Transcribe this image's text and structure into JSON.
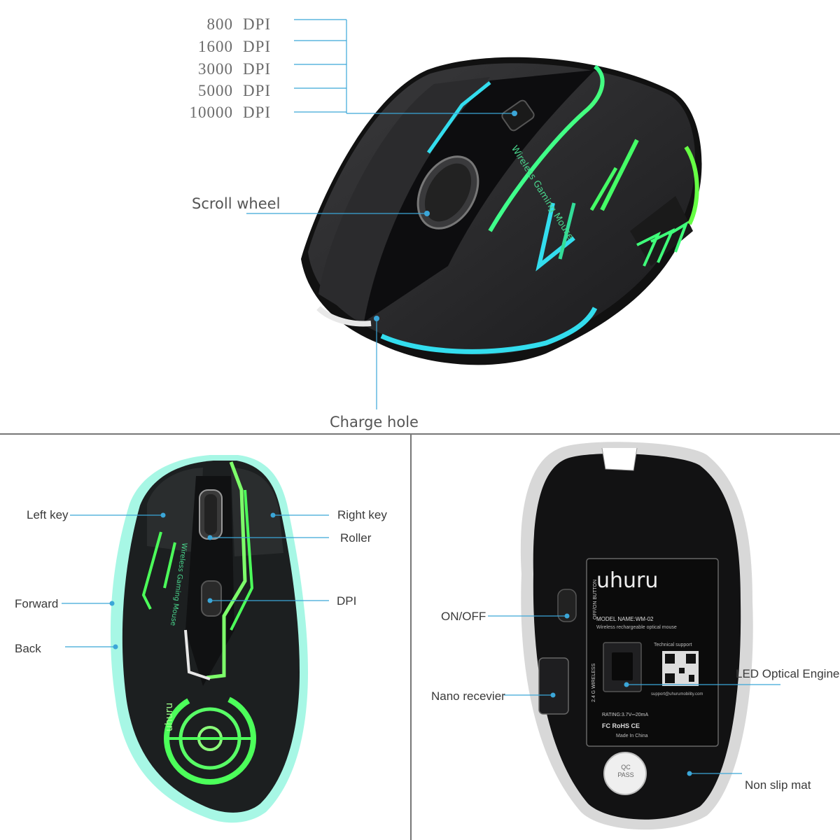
{
  "dpi_levels": [
    {
      "value": "800",
      "unit": "DPI"
    },
    {
      "value": "1600",
      "unit": "DPI"
    },
    {
      "value": "3000",
      "unit": "DPI"
    },
    {
      "value": "5000",
      "unit": "DPI"
    },
    {
      "value": "10000",
      "unit": "DPI"
    }
  ],
  "top_panel": {
    "scroll_wheel_label": "Scroll wheel",
    "charge_hole_label": "Charge hole",
    "mouse_print": "Wireless Gaming Mouse"
  },
  "front_panel": {
    "left_key": "Left key",
    "right_key": "Right key",
    "roller": "Roller",
    "forward": "Forward",
    "dpi": "DPI",
    "back": "Back",
    "mouse_print": "Wireless Gaming Mouse",
    "logo": "uhuru"
  },
  "bottom_panel": {
    "on_off": "ON/OFF",
    "nano_receiver": "Nano recevier",
    "led_engine": "LED Optical Engine",
    "non_slip_mat": "Non slip mat",
    "sticker": {
      "brand": "uhuru",
      "model": "MODEL NAME:WM-02",
      "desc": "Wireless rechargeable optical mouse",
      "support": "Technical support",
      "email": "support@uhurumobility.com",
      "rating": "RATING:3.7V⎓20mA",
      "made_in": "Made In China",
      "switch_text": "OFF/ON BUTTON",
      "wireless_text": "2.4 G WIRELESS",
      "certs": "FC RoHS CE"
    },
    "qc_badge": "QC PASS"
  },
  "colors": {
    "accent_green": "#39ff7a",
    "accent_cyan": "#35e0e0",
    "callout_blue": "#3ba6d8",
    "divider": "#777777"
  }
}
